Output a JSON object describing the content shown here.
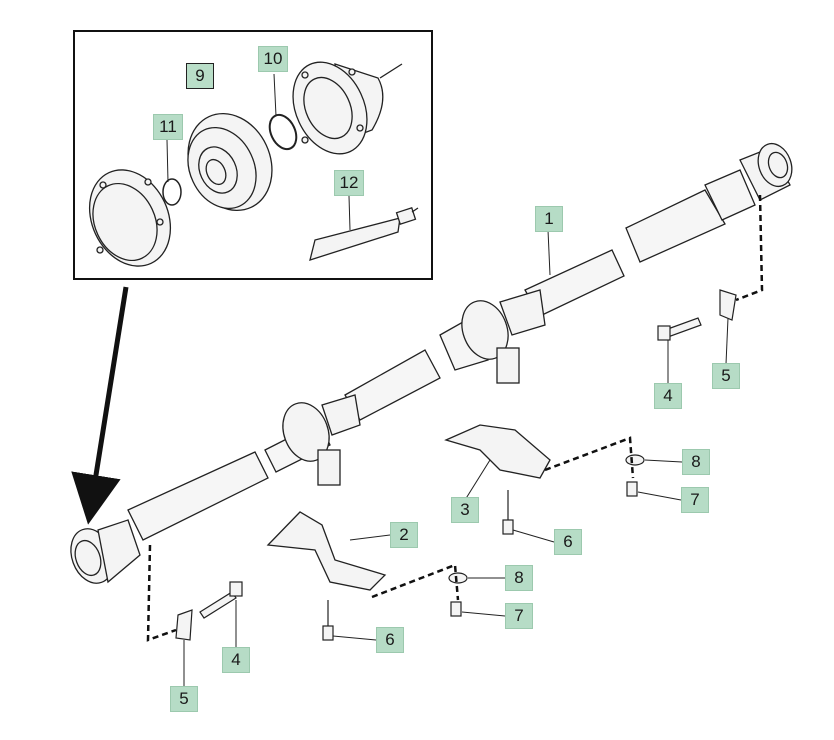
{
  "diagram": {
    "callouts": [
      {
        "id": "c-9",
        "label": "9"
      },
      {
        "id": "c-10",
        "label": "10"
      },
      {
        "id": "c-11",
        "label": "11"
      },
      {
        "id": "c-12",
        "label": "12"
      },
      {
        "id": "c-1",
        "label": "1"
      },
      {
        "id": "c-2",
        "label": "2"
      },
      {
        "id": "c-3",
        "label": "3"
      },
      {
        "id": "c-4a",
        "label": "4"
      },
      {
        "id": "c-4b",
        "label": "4"
      },
      {
        "id": "c-5a",
        "label": "5"
      },
      {
        "id": "c-5b",
        "label": "5"
      },
      {
        "id": "c-6a",
        "label": "6"
      },
      {
        "id": "c-6b",
        "label": "6"
      },
      {
        "id": "c-7a",
        "label": "7"
      },
      {
        "id": "c-7b",
        "label": "7"
      },
      {
        "id": "c-8a",
        "label": "8"
      },
      {
        "id": "c-8b",
        "label": "8"
      }
    ],
    "colors": {
      "callout_fill": "#b6dcc6",
      "line": "#222222",
      "part_fill": "#f4f4f4"
    }
  }
}
